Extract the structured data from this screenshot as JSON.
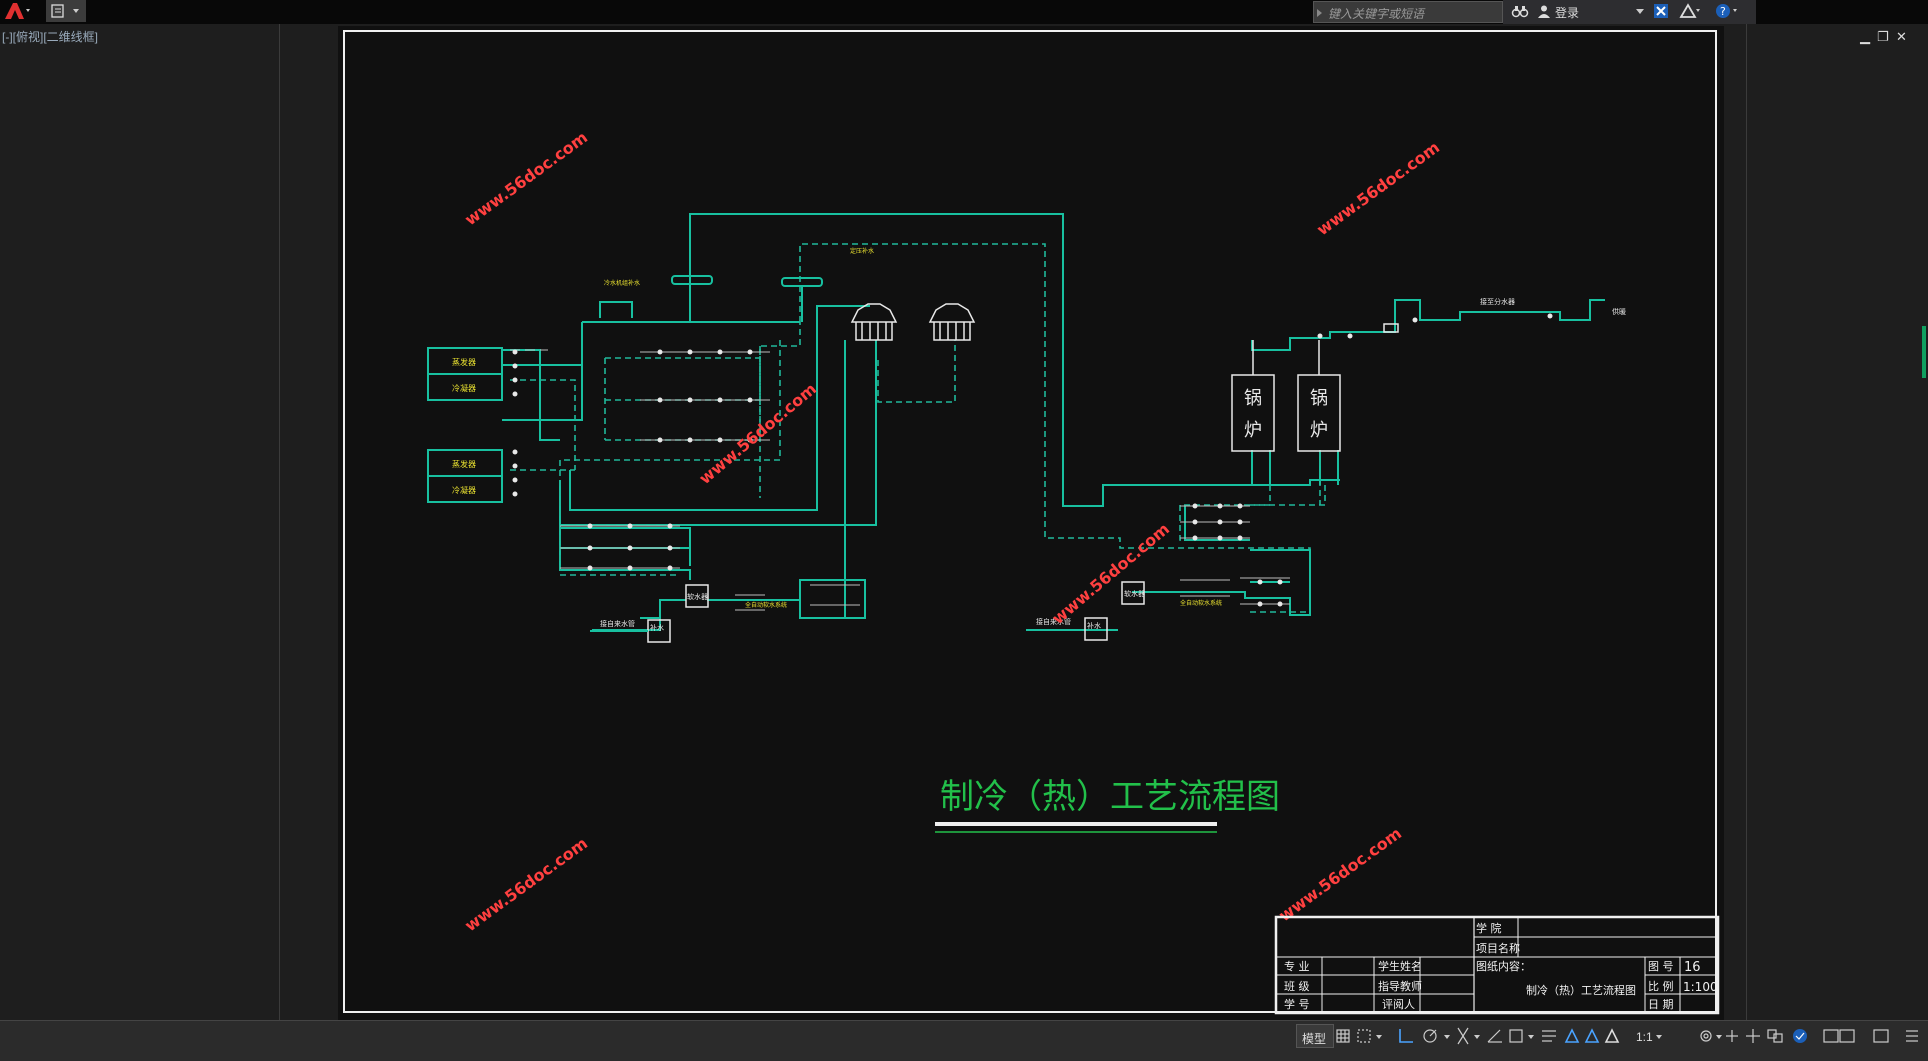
{
  "search": {
    "placeholder": "键入关键字或短语"
  },
  "account": {
    "login_label": "登录"
  },
  "view": {
    "label": "[-][俯视][二维线框]"
  },
  "drawing": {
    "title": "制冷（热）工艺流程图",
    "watermark": "www.56doc.com",
    "boiler_label": "锅\n炉",
    "boiler_label_top": "锅",
    "boiler_label_bottom": "炉"
  },
  "title_block": {
    "school_label": "学 院",
    "project_label": "项目名称",
    "content_label": "图纸内容：",
    "content_value": "制冷（热）工艺流程图",
    "major_label": "专 业",
    "student_label": "学生姓名",
    "class_label": "班 级",
    "teacher_label": "指导教师",
    "id_label": "学 号",
    "reviewer_label": "评阅人",
    "drawing_no_label": "图 号",
    "drawing_no": "16",
    "scale_label": "比 例",
    "scale": "1:100",
    "date_label": "日 期"
  },
  "status": {
    "model_tab": "模型",
    "annotation_scale": "1:1"
  },
  "colors": {
    "pipe": "#18c0a0",
    "pipe_dashed": "#20b89a",
    "equipment": "#e8e8e8",
    "watermark": "#ff4040",
    "title": "#22c04a",
    "label_yellow": "#e8e030",
    "background": "#101010"
  }
}
